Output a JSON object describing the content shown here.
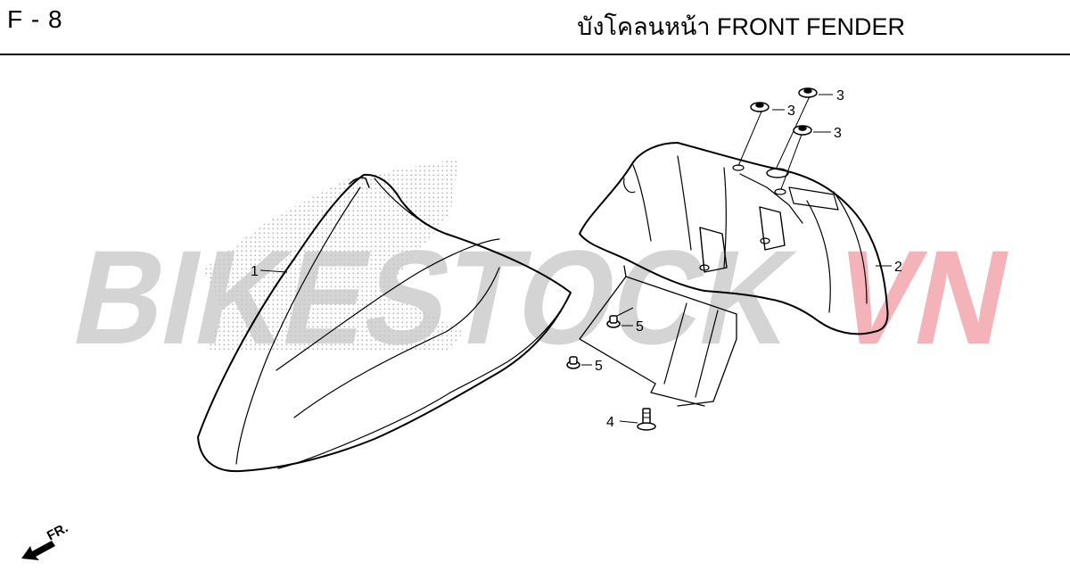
{
  "header": {
    "page_code": "F - 8",
    "title": "บังโคลนหน้า  FRONT FENDER"
  },
  "watermark": {
    "part_a": "BIKESTOCK",
    "part_b": "VN",
    "color_a": "#c8c8c8",
    "color_b": "#f2a0a8"
  },
  "callouts": {
    "c1": "1",
    "c2": "2",
    "c3a": "3",
    "c3b": "3",
    "c3c": "3",
    "c4": "4",
    "c5a": "5",
    "c5b": "5"
  },
  "direction_label": "FR."
}
